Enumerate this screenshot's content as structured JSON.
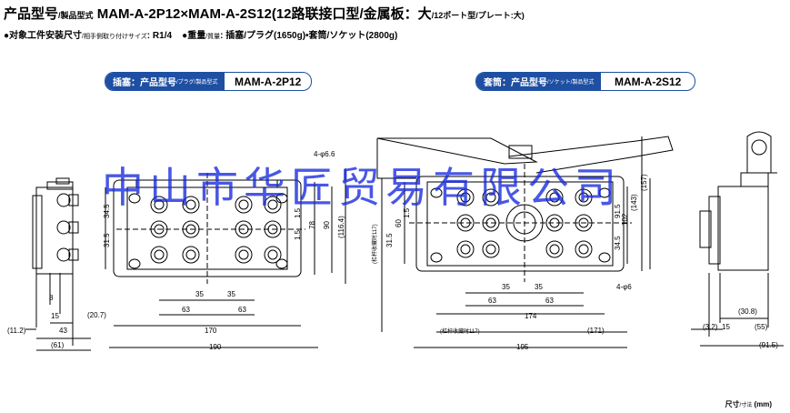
{
  "header": {
    "title_main": "产品型号",
    "title_small": "/製品型式",
    "title_model": "MAM-A-2P12×MAM-A-2S12",
    "title_desc": "(12路联接口型/金属板：大",
    "title_desc_small": "/12ポート型/プレート:大)"
  },
  "specs": {
    "bullet": "●",
    "size_label": "对象工件安装尺寸",
    "size_small": "/相手側取り付けサイズ",
    "size_value": ": R1/4",
    "weight_label": "重量",
    "weight_small": "/質量",
    "weight_value": ": 插塞/プラグ(1650g)•套筒/ソケット(2800g)"
  },
  "plug_pill": {
    "label": "插塞：产品型号",
    "label_small": "/プラグ/製品型式",
    "value": "MAM-A-2P12"
  },
  "socket_pill": {
    "label": "套筒：产品型号",
    "label_small": "/ソケット/製品型式",
    "value": "MAM-A-2S12"
  },
  "dimensions": {
    "left_side": [
      "(11.2)",
      "(61)",
      "43",
      "15",
      "8",
      "(20.7)"
    ],
    "plug_front": [
      "34.5",
      "31.5",
      "1.5",
      "1.5",
      "35",
      "35",
      "63",
      "63",
      "170",
      "190",
      "(116.4)",
      "90",
      "78",
      "4-φ6.6"
    ],
    "socket_front": [
      "(157)",
      "(143)",
      "102",
      "91.5",
      "34.5",
      "31.5",
      "1.5",
      "60",
      "35",
      "35",
      "63",
      "63",
      "174",
      "195",
      "(171)",
      "4-φ6",
      "(杠杆收藏时117)",
      "(杠杆收藏时117)"
    ],
    "right_side": [
      "(3.2)",
      "15",
      "(55)",
      "(30.8)",
      "(91.5)"
    ]
  },
  "watermark": "中山市华匠贸易有限公司",
  "unit": {
    "label": "尺寸",
    "label_small": "/寸法",
    "value": "(mm)"
  },
  "colors": {
    "accent": "#1e4fa3",
    "line": "#000000",
    "watermark": "#1428dc"
  }
}
